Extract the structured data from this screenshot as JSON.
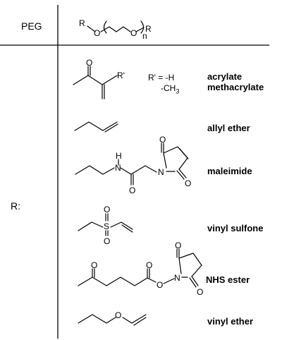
{
  "header": {
    "peg_label": "PEG",
    "formula": {
      "r_left": "R",
      "o_left": "O",
      "o_right": "O",
      "n": "n",
      "r_right": "R"
    }
  },
  "side_label": "R:",
  "structures": {
    "acrylate": {
      "o": "O",
      "r_prime": "R'",
      "substituent_eq": "R' = -H",
      "substituent_alt": "-CH",
      "subscript": "3",
      "label_1": "acrylate",
      "label_2": "methacrylate"
    },
    "allyl": {
      "label": "allyl ether"
    },
    "maleimide": {
      "h": "H",
      "n_amide": "N",
      "o_amide": "O",
      "n_ring": "N",
      "o_ring_top": "O",
      "o_ring_bottom": "O",
      "label": "maleimide"
    },
    "vinyl_sulfone": {
      "o_top": "O",
      "s": "S",
      "o_bottom": "O",
      "label": "vinyl sulfone"
    },
    "nhs": {
      "o_ketone": "O",
      "o_ester": "O",
      "o_link": "O",
      "n": "N",
      "o_ring_top": "O",
      "o_ring_bottom": "O",
      "label": "NHS ester"
    },
    "vinyl_ether": {
      "o": "O",
      "label": "vinyl ether"
    }
  }
}
